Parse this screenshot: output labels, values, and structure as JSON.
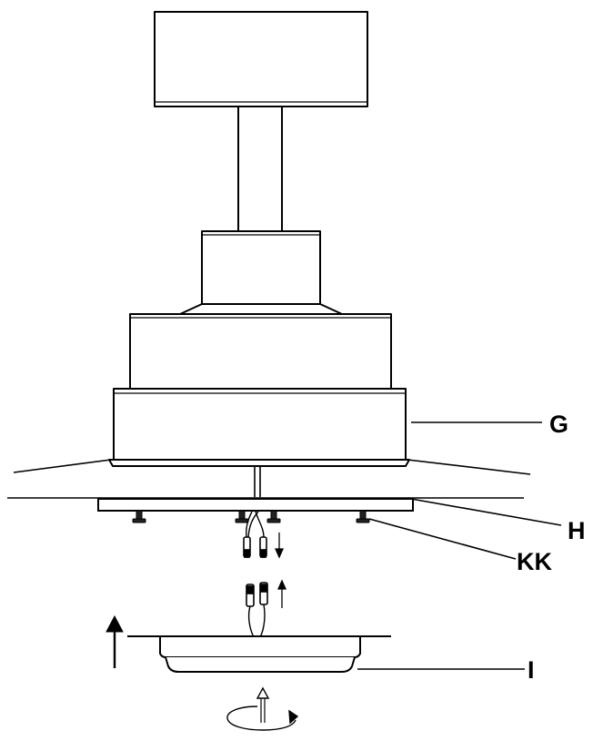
{
  "labels": {
    "g": "G",
    "h": "H",
    "kk": "KK",
    "i": "I"
  },
  "colors": {
    "stroke": "#000000",
    "fill": "#ffffff"
  }
}
